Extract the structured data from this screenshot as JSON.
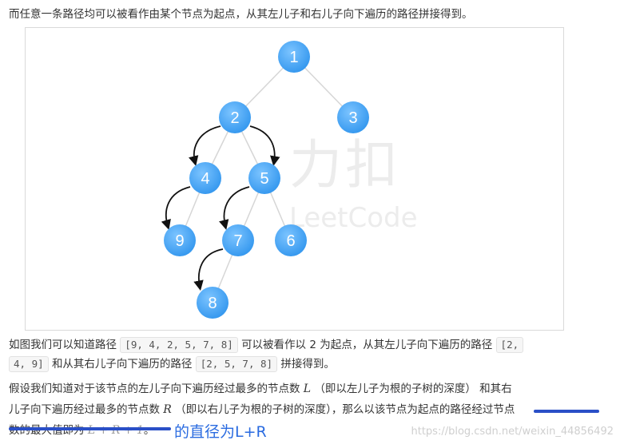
{
  "intro": "而任意一条路径均可以被看作由某个节点为起点，从其左儿子和右儿子向下遍历的路径拼接得到。",
  "figure": {
    "watermark_cn": "力扣",
    "watermark_en": "LeetCode",
    "nodes": [
      "1",
      "2",
      "3",
      "4",
      "5",
      "9",
      "7",
      "6",
      "8"
    ]
  },
  "para1": {
    "t1": "如图我们可以知道路径",
    "code1": "[9, 4, 2, 5, 7, 8]",
    "t2": "可以被看作以",
    "num": "2",
    "t3": "为起点，从其左儿子向下遍历的路径",
    "code2a": "[2,",
    "code2b": "4, 9]",
    "t4": "和从其右儿子向下遍历的路径",
    "code3": "[2, 5, 7, 8]",
    "t5": "拼接得到。"
  },
  "para2": {
    "t1": "假设我们知道对于该节点的左儿子向下遍历经过最多的节点数",
    "m1": "L",
    "t2": "（即以左儿子为根的子树的深度） 和其右",
    "t3": "儿子向下遍历经过最多的节点数",
    "m2": "R",
    "t4": "（即以右儿子为根的子树的深度），那么以该节点为起点的路径经过节点",
    "t5": "数的最大值即为",
    "m3": "L + R + 1",
    "t6": "。"
  },
  "annotation": "的直径为L+R",
  "watermark_url": "https://blog.csdn.net/weixin_44856492",
  "colors": {
    "node": "#4aa8f5",
    "mark": "#2a4fc7",
    "note": "#2a6be0"
  }
}
